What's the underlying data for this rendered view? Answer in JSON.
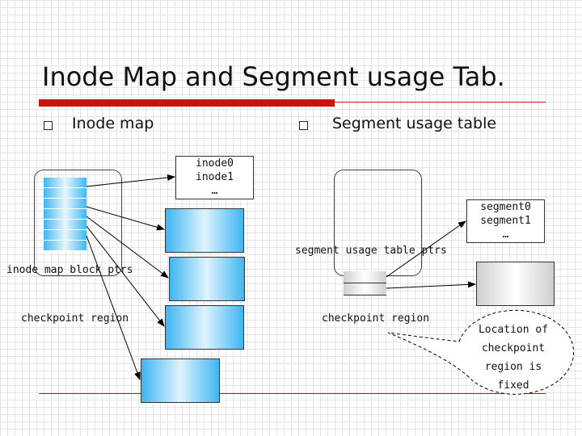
{
  "slide": {
    "title": "Inode Map and Segment usage Tab."
  },
  "bullets": [
    {
      "text": "Inode map"
    },
    {
      "text": "Segment usage table"
    }
  ],
  "inode_list": [
    "inode0",
    "inode1",
    "…"
  ],
  "segment_list": [
    "segment0",
    "segment1",
    "…"
  ],
  "labels": {
    "inode_map_block_ptrs": "inode map block ptrs",
    "checkpoint_region_left": "checkpoint region",
    "segment_usage_table_ptrs": "segment usage table ptrs",
    "checkpoint_region_right": "checkpoint region"
  },
  "callout": {
    "lines": [
      "Location of",
      "checkpoint",
      "region is",
      "fixed"
    ]
  },
  "colors": {
    "accent_red": "#cc1111",
    "box_blue": "#3fb6f2",
    "box_grey": "#cfcfcf"
  }
}
